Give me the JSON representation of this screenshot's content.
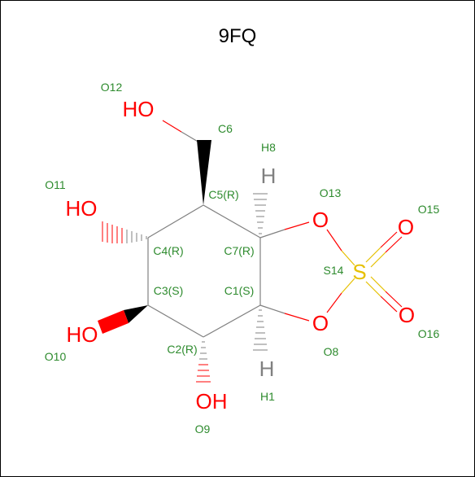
{
  "title": "9FQ",
  "groups": {
    "ho_o12": "HO",
    "ho_o11": "HO",
    "ho_o10": "HO",
    "oh_o9": "OH",
    "h_h8": "H",
    "h_h1": "H",
    "o_o13": "O",
    "o_o8": "O",
    "s_s14": "S",
    "o_o15": "O",
    "o_o16": "O"
  },
  "labels": {
    "O12": "O12",
    "C6": "C6",
    "H8": "H8",
    "O11": "O11",
    "C5": "C5(R)",
    "O13": "O13",
    "O15": "O15",
    "C4": "C4(R)",
    "C7": "C7(R)",
    "S14": "S14",
    "C3": "C3(S)",
    "C1": "C1(S)",
    "O10": "O10",
    "C2": "C2(R)",
    "O8": "O8",
    "O16": "O16",
    "H1": "H1",
    "O9": "O9"
  },
  "colors": {
    "oxygen": "#ff0000",
    "sulfur": "#e6c000",
    "hydrogen": "#808080",
    "atom_label": "#2e8b2e",
    "bond": "#808080"
  }
}
